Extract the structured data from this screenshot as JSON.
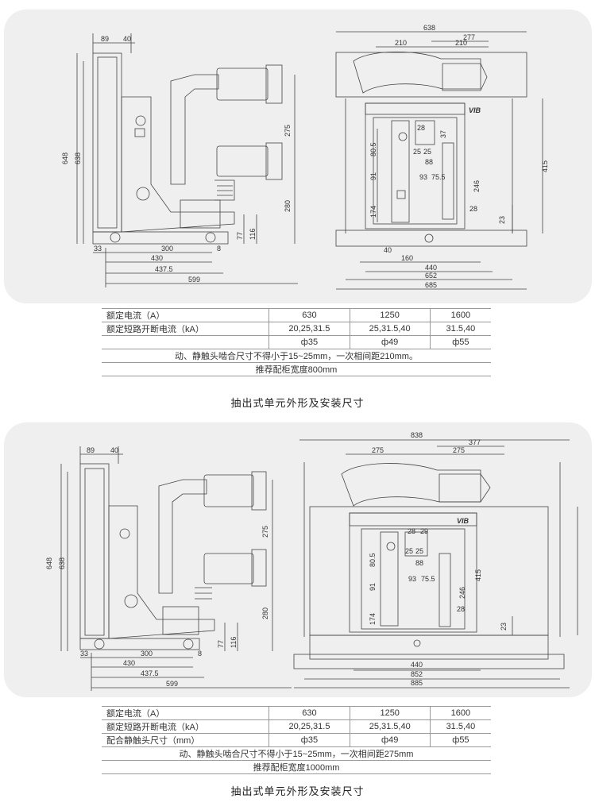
{
  "top": {
    "side_dims": {
      "d89": "89",
      "d40": "40",
      "d648": "648",
      "d638": "638",
      "d275": "275",
      "d280": "280",
      "d77": "77",
      "d116": "116",
      "d33": "33",
      "d300": "300",
      "d8": "8",
      "d430": "430",
      "d4375": "437.5",
      "d599": "599"
    },
    "front_dims": {
      "d638": "638",
      "d277": "277",
      "d210a": "210",
      "d210b": "210",
      "d805": "80.5",
      "d91": "91",
      "d174": "174",
      "d25a": "25",
      "d25b": "25",
      "d88": "88",
      "d93": "93",
      "d755": "75.5",
      "d246": "246",
      "d28": "28",
      "d415": "415",
      "d23": "23",
      "d40": "40",
      "d160": "160",
      "d440": "440",
      "d652": "652",
      "d685": "685",
      "d28b": "28",
      "d37": "37",
      "vib": "VIB"
    },
    "table": {
      "rows": [
        {
          "label": "额定电流（A）",
          "v1": "630",
          "v2": "1250",
          "v3": "1600"
        },
        {
          "label": "额定短路开断电流（kA）",
          "v1": "20,25,31.5",
          "v2": "25,31.5,40",
          "v3": "31.5,40"
        },
        {
          "label": "",
          "v1": "ф35",
          "v2": "ф49",
          "v3": "ф55"
        }
      ],
      "note1": "动、静触头啮合尺寸不得小于15~25mm，一次相间距210mm。",
      "note2": "推荐配柜宽度800mm"
    },
    "caption": "抽出式单元外形及安装尺寸"
  },
  "bottom": {
    "side_dims": {
      "d89": "89",
      "d40": "40",
      "d648": "648",
      "d638": "638",
      "d275": "275",
      "d280": "280",
      "d77": "77",
      "d116": "116",
      "d33": "33",
      "d300": "300",
      "d8": "8",
      "d430": "430",
      "d4375": "437.5",
      "d599": "599"
    },
    "front_dims": {
      "d838": "838",
      "d377": "377",
      "d275a": "275",
      "d275b": "275",
      "d805": "80.5",
      "d91": "91",
      "d174": "174",
      "d25a": "25",
      "d25b": "25",
      "d88": "88",
      "d93": "93",
      "d755": "75.5",
      "d246": "246",
      "d28": "28",
      "d415": "415",
      "d23": "23",
      "d440": "440",
      "d852": "852",
      "d885": "885",
      "d28b": "28",
      "d29": "29",
      "vib": "VIB"
    },
    "table": {
      "rows": [
        {
          "label": "额定电流（A）",
          "v1": "630",
          "v2": "1250",
          "v3": "1600"
        },
        {
          "label": "额定短路开断电流（kA）",
          "v1": "20,25,31.5",
          "v2": "25,31.5,40",
          "v3": "31.5,40"
        },
        {
          "label": "配合静触头尺寸（mm）",
          "v1": "ф35",
          "v2": "ф49",
          "v3": "ф55"
        }
      ],
      "note1": "动、静触头啮合尺寸不得小于15~25mm，一次相间距275mm",
      "note2": "推荐配柜宽度1000mm"
    },
    "caption": "抽出式单元外形及安装尺寸"
  }
}
